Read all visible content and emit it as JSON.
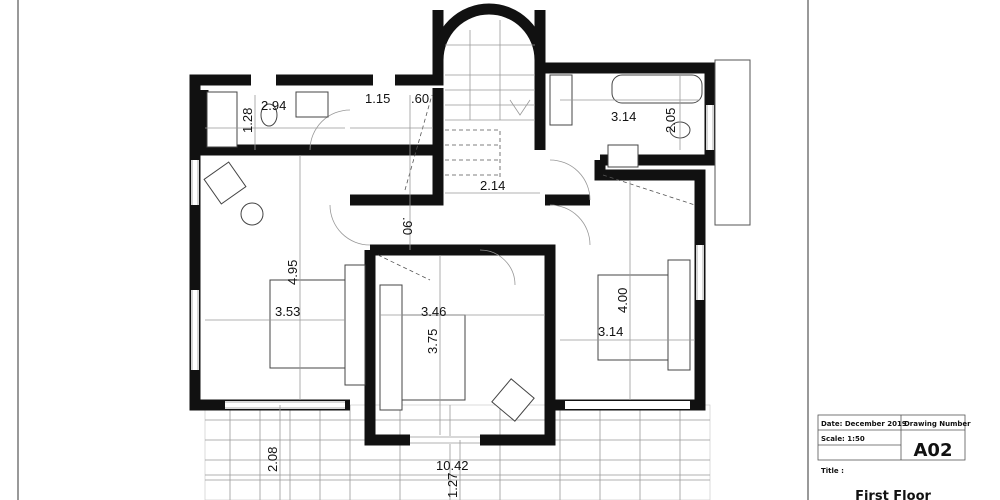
{
  "dimensions": {
    "wc_width": "2.94",
    "wc_depth": "1.28",
    "hall_a": "1.15",
    "hall_b": ".60",
    "landing": "2.14",
    "corridor": ".90",
    "bath_width": "3.14",
    "bath_depth": "2.05",
    "bed1_depth": "4.95",
    "bed1_width": "3.53",
    "bed2_width": "3.46",
    "bed2_depth": "3.75",
    "bed3_depth": "4.00",
    "bed3_width": "3.14",
    "terrace_depth": "2.08",
    "terrace_width": "10.42",
    "terrace_b": "1.27"
  },
  "title_block": {
    "date": "Date: December 2019",
    "drawing_number_label": "Drawing Number",
    "scale": "Scale: 1:50",
    "drawing_number": "A02",
    "title_label": "Title :",
    "title": "First Floor"
  }
}
